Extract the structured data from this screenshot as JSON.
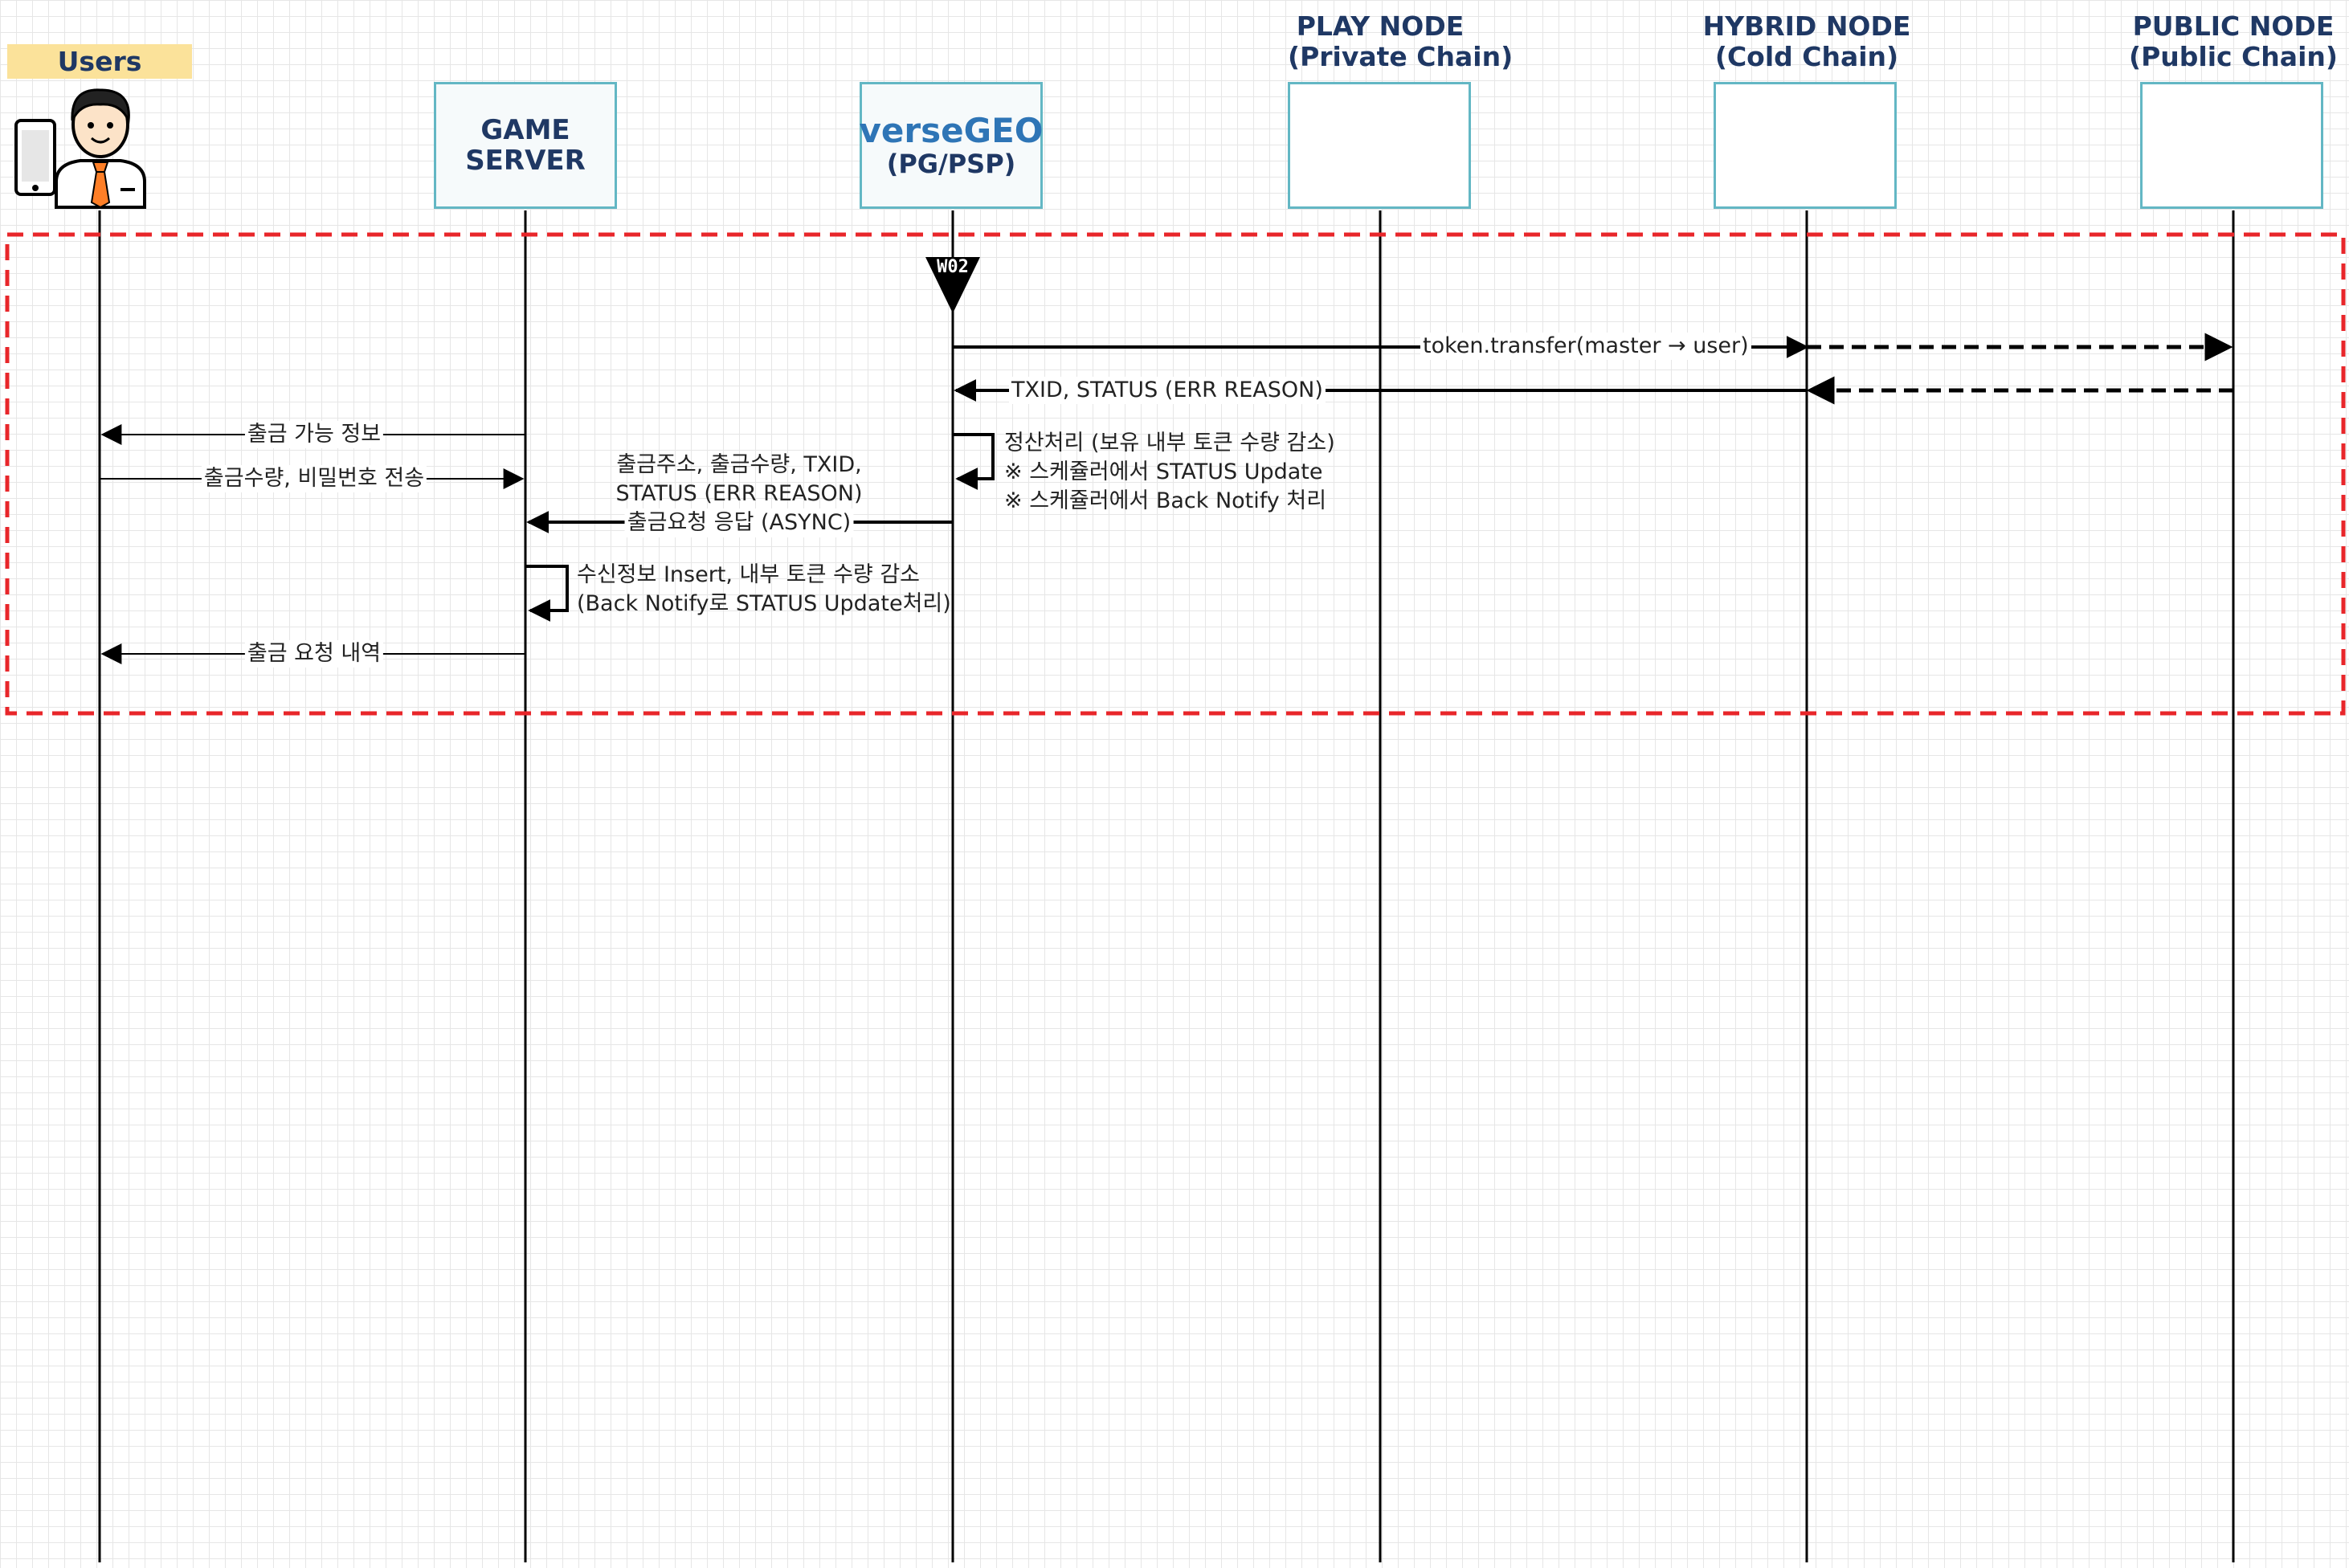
{
  "actors": {
    "users": "Users",
    "game_server": [
      "GAME",
      "SERVER"
    ],
    "versegeo": {
      "brand": "verseGEO",
      "sub": "(PG/PSP)"
    },
    "play_node": {
      "title": "PLAY NODE",
      "sub": "(Private Chain)"
    },
    "hybrid_node": {
      "title": "HYBRID NODE",
      "sub": "(Cold Chain)"
    },
    "public_node": {
      "title": "PUBLIC NODE",
      "sub": "(Public Chain)"
    }
  },
  "activation_marker": "W02",
  "messages": {
    "token_transfer": "token.transfer(master → user)",
    "txid_status": "TXID, STATUS (ERR REASON)",
    "settlement": [
      "정산처리 (보유 내부 토큰 수량 감소)",
      "※ 스케쥴러에서 STATUS Update",
      "※ 스케쥴러에서 Back Notify 처리"
    ],
    "withdraw_info": "출금 가능 정보",
    "withdraw_amount_pw": "출금수량, 비밀번호 전송",
    "withdraw_response": [
      "출금주소, 출금수량, TXID,",
      "STATUS (ERR REASON)",
      "출금요청 응답 (ASYNC)"
    ],
    "receive_insert": [
      "수신정보 Insert, 내부 토큰 수량 감소",
      "(Back Notify로 STATUS Update처리)"
    ],
    "withdraw_history": "출금 요청 내역"
  },
  "colors": {
    "header_text": "#1f3864",
    "brand_blue": "#2e75b6",
    "box_border": "#63b7c4",
    "users_bg": "#fbe29a",
    "scope_border": "#e8262a",
    "icon_accent": "#3fc1e0"
  },
  "icons": [
    "user-phone-icon",
    "blockchain-cubes-icon",
    "hybrid-network-icon",
    "public-network-icon"
  ]
}
